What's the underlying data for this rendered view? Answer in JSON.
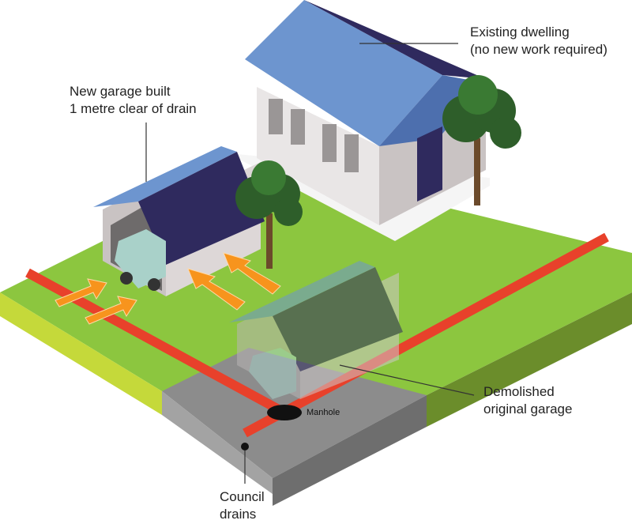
{
  "labels": {
    "existing_dwelling": {
      "line1": "Existing dwelling",
      "line2": "(no new work required)"
    },
    "new_garage": {
      "line1": "New garage built",
      "line2": "1 metre clear of drain"
    },
    "demolished_garage": {
      "line1": "Demolished",
      "line2": "original garage"
    },
    "manhole": "Manhole",
    "council_drains": {
      "line1": "Council",
      "line2": "drains"
    }
  },
  "colors": {
    "lawn": "#8cc63f",
    "lawn_side": "#c5d93a",
    "footpath": "#8a8a8a",
    "drain": "#e8412b",
    "arrow": "#f7941d",
    "roof_blue": "#6d95cf",
    "roof_dark": "#2f2a5e",
    "wall": "#e9e6e6",
    "tree": "#2e5e2a"
  },
  "icons": [
    "house-icon",
    "garage-icon",
    "car-icon",
    "tree-icon",
    "arrow-icon",
    "manhole-icon"
  ]
}
